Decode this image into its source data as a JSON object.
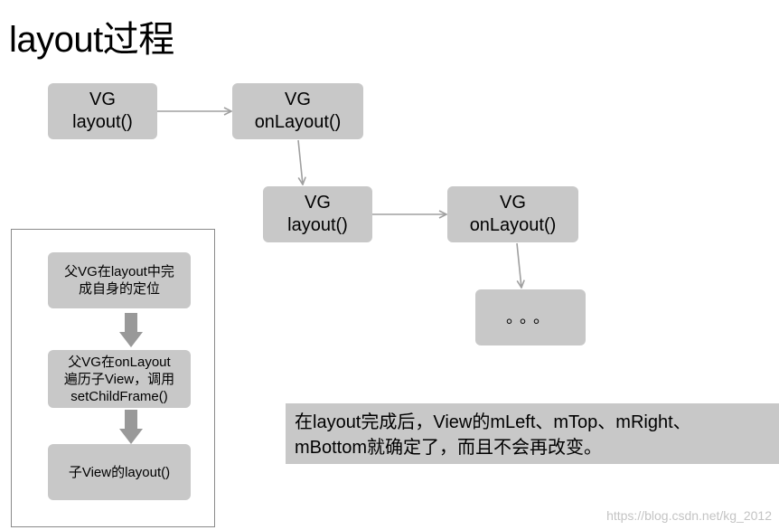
{
  "title": "layout过程",
  "flow": {
    "node1": {
      "line1": "VG",
      "line2": "layout()"
    },
    "node2": {
      "line1": "VG",
      "line2": "onLayout()"
    },
    "node3": {
      "line1": "VG",
      "line2": "layout()"
    },
    "node4": {
      "line1": "VG",
      "line2": "onLayout()"
    },
    "node5": {
      "text": "。。。"
    }
  },
  "panel": {
    "step1": {
      "line1": "父VG在layout中完",
      "line2": "成自身的定位"
    },
    "step2": {
      "line1": "父VG在onLayout",
      "line2": "遍历子View，调用",
      "line3": "setChildFrame()"
    },
    "step3": {
      "line1": "子View的layout()"
    }
  },
  "note": {
    "line1": "在layout完成后，View的mLeft、mTop、mRight、",
    "line2": "mBottom就确定了，而且不会再改变。"
  },
  "watermark": "https://blog.csdn.net/kg_2012",
  "colors": {
    "box": "#c8c8c8",
    "arrow": "#a0a0a0",
    "panel_arrow": "#999999"
  }
}
